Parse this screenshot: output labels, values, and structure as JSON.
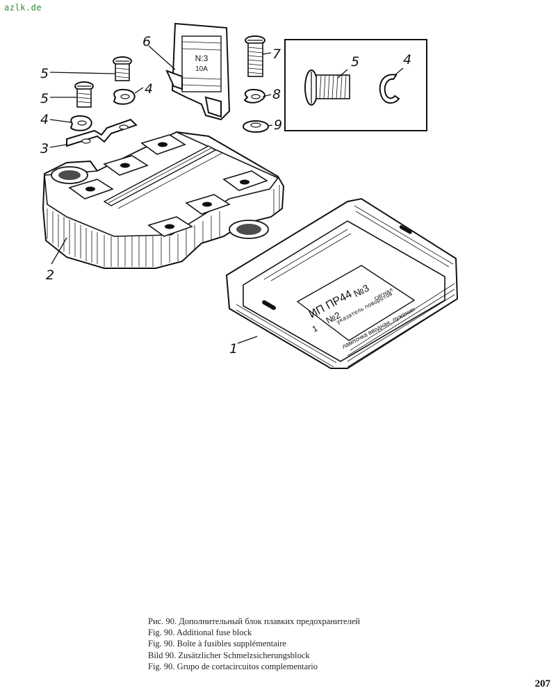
{
  "watermark": "azlk.de",
  "callouts": {
    "c1": "1",
    "c2": "2",
    "c3": "3",
    "c4a": "4",
    "c4b": "4",
    "c4c": "4",
    "c5a": "5",
    "c5b": "5",
    "c5c": "5",
    "c6": "6",
    "c7": "7",
    "c8": "8",
    "c9": "9"
  },
  "fuse_label": {
    "number": "N:3",
    "rating": "10A"
  },
  "cover_label": {
    "title": "ИП ПР44",
    "left_num": "№2",
    "right_num": "№3",
    "col1": "1",
    "col_text1": "указатель поворотов",
    "col_text2": "сигнал",
    "bottom": "лампочка вводная, лужения"
  },
  "caption": {
    "line1": "Рис. 90. Дополнительный блок плавких предохранителей",
    "line2": "Fig. 90. Additional fuse block",
    "line3": "Fig. 90. Boîte à fusibles supplémentaire",
    "line4": "Bild 90. Zusätzlicher Schmelzsicherungsblock",
    "line5": "Fig. 90. Grupo de cortacircuitos complementario"
  },
  "page_number": "207"
}
